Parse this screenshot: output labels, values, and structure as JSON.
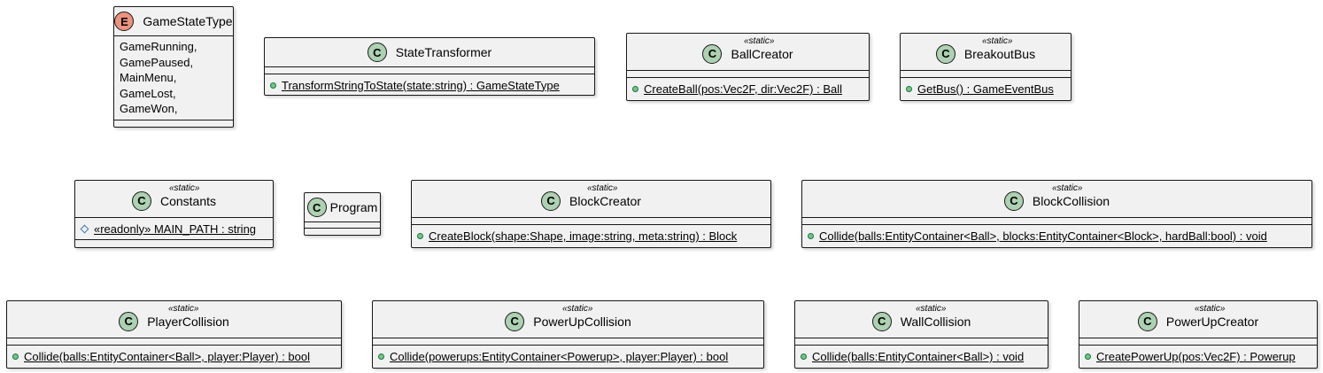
{
  "diagram": {
    "game_state_type": {
      "name": "GameStateType",
      "icon": "E",
      "values": [
        "GameRunning,",
        "GamePaused,",
        "MainMenu,",
        "GameLost,",
        "GameWon,"
      ]
    },
    "state_transformer": {
      "name": "StateTransformer",
      "icon": "C",
      "method": "TransformStringToState(state:string) : GameStateType"
    },
    "ball_creator": {
      "name": "BallCreator",
      "icon": "C",
      "stereotype": "«static»",
      "method": "CreateBall(pos:Vec2F, dir:Vec2F) : Ball"
    },
    "breakout_bus": {
      "name": "BreakoutBus",
      "icon": "C",
      "stereotype": "«static»",
      "method": "GetBus() : GameEventBus"
    },
    "constants": {
      "name": "Constants",
      "icon": "C",
      "stereotype": "«static»",
      "field": "«readonly» MAIN_PATH : string"
    },
    "program": {
      "name": "Program",
      "icon": "C"
    },
    "block_creator": {
      "name": "BlockCreator",
      "icon": "C",
      "stereotype": "«static»",
      "method": "CreateBlock(shape:Shape, image:string, meta:string) : Block"
    },
    "block_collision": {
      "name": "BlockCollision",
      "icon": "C",
      "stereotype": "«static»",
      "method": "Collide(balls:EntityContainer<Ball>, blocks:EntityContainer<Block>, hardBall:bool) : void"
    },
    "player_collision": {
      "name": "PlayerCollision",
      "icon": "C",
      "stereotype": "«static»",
      "method": "Collide(balls:EntityContainer<Ball>, player:Player) : bool"
    },
    "powerup_collision": {
      "name": "PowerUpCollision",
      "icon": "C",
      "stereotype": "«static»",
      "method": "Collide(powerups:EntityContainer<Powerup>, player:Player) : bool"
    },
    "wall_collision": {
      "name": "WallCollision",
      "icon": "C",
      "stereotype": "«static»",
      "method": "Collide(balls:EntityContainer<Ball>) : void"
    },
    "powerup_creator": {
      "name": "PowerUpCreator",
      "icon": "C",
      "stereotype": "«static»",
      "method": "CreatePowerUp(pos:Vec2F) : Powerup"
    }
  },
  "colors": {
    "class_icon": "#add1b2",
    "enum_icon": "#eb937f",
    "box_fill": "#f1f1f1",
    "border": "#181818",
    "public_dot": "#84be84"
  }
}
